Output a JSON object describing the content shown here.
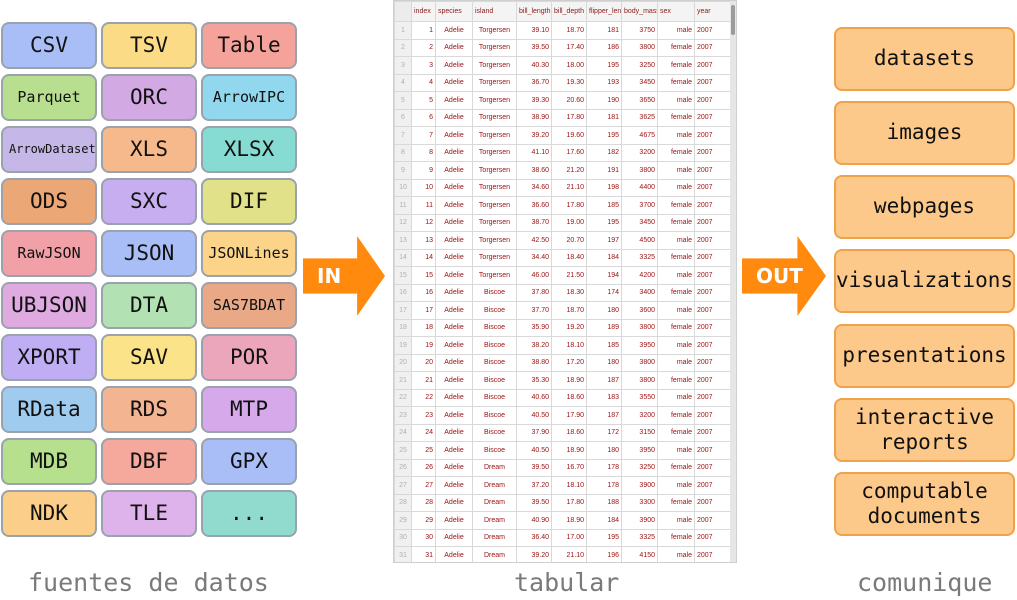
{
  "formats": [
    {
      "label": "CSV",
      "color": "#a9bdf6"
    },
    {
      "label": "TSV",
      "color": "#fbdb86"
    },
    {
      "label": "Table",
      "color": "#f5a29b"
    },
    {
      "label": "Parquet",
      "color": "#b8df8f"
    },
    {
      "label": "ORC",
      "color": "#d3a9e3"
    },
    {
      "label": "ArrowIPC",
      "color": "#91d8ee"
    },
    {
      "label": "ArrowDataset",
      "color": "#c5b7e8"
    },
    {
      "label": "XLS",
      "color": "#f6b98b"
    },
    {
      "label": "XLSX",
      "color": "#86dcd3"
    },
    {
      "label": "ODS",
      "color": "#eca777"
    },
    {
      "label": "SXC",
      "color": "#c7aef0"
    },
    {
      "label": "DIF",
      "color": "#e1e18a"
    },
    {
      "label": "RawJSON",
      "color": "#f2a0a8"
    },
    {
      "label": "JSON",
      "color": "#a9bdf6"
    },
    {
      "label": "JSONLines",
      "color": "#fbd48a"
    },
    {
      "label": "UBJSON",
      "color": "#deaadf"
    },
    {
      "label": "DTA",
      "color": "#b2e2b3"
    },
    {
      "label": "SAS7BDAT",
      "color": "#e9a886"
    },
    {
      "label": "XPORT",
      "color": "#bfaef4"
    },
    {
      "label": "SAV",
      "color": "#fbe389"
    },
    {
      "label": "POR",
      "color": "#eca6bb"
    },
    {
      "label": "RData",
      "color": "#9fcbef"
    },
    {
      "label": "RDS",
      "color": "#f2b491"
    },
    {
      "label": "MTP",
      "color": "#d6a9ea"
    },
    {
      "label": "MDB",
      "color": "#b6df8e"
    },
    {
      "label": "DBF",
      "color": "#f5a89c"
    },
    {
      "label": "GPX",
      "color": "#a9bdf6"
    },
    {
      "label": "NDK",
      "color": "#fbcf8a"
    },
    {
      "label": "TLE",
      "color": "#deb2ea"
    },
    {
      "label": "...",
      "color": "#90dbcd"
    }
  ],
  "arrows": {
    "in": "IN",
    "out": "OUT"
  },
  "table": {
    "headers": [
      "",
      "index",
      "species",
      "island",
      "bill_length",
      "bill_depth",
      "flipper_length",
      "body_mass",
      "sex",
      "year"
    ],
    "rows": [
      [
        "1",
        "1",
        "Adelie",
        "Torgersen",
        "39.10",
        "18.70",
        "181",
        "3750",
        "male",
        "2007"
      ],
      [
        "2",
        "2",
        "Adelie",
        "Torgersen",
        "39.50",
        "17.40",
        "186",
        "3800",
        "female",
        "2007"
      ],
      [
        "3",
        "3",
        "Adelie",
        "Torgersen",
        "40.30",
        "18.00",
        "195",
        "3250",
        "female",
        "2007"
      ],
      [
        "4",
        "4",
        "Adelie",
        "Torgersen",
        "36.70",
        "19.30",
        "193",
        "3450",
        "female",
        "2007"
      ],
      [
        "5",
        "5",
        "Adelie",
        "Torgersen",
        "39.30",
        "20.60",
        "190",
        "3650",
        "male",
        "2007"
      ],
      [
        "6",
        "6",
        "Adelie",
        "Torgersen",
        "38.90",
        "17.80",
        "181",
        "3625",
        "female",
        "2007"
      ],
      [
        "7",
        "7",
        "Adelie",
        "Torgersen",
        "39.20",
        "19.60",
        "195",
        "4675",
        "male",
        "2007"
      ],
      [
        "8",
        "8",
        "Adelie",
        "Torgersen",
        "41.10",
        "17.60",
        "182",
        "3200",
        "female",
        "2007"
      ],
      [
        "9",
        "9",
        "Adelie",
        "Torgersen",
        "38.60",
        "21.20",
        "191",
        "3800",
        "male",
        "2007"
      ],
      [
        "10",
        "10",
        "Adelie",
        "Torgersen",
        "34.60",
        "21.10",
        "198",
        "4400",
        "male",
        "2007"
      ],
      [
        "11",
        "11",
        "Adelie",
        "Torgersen",
        "36.60",
        "17.80",
        "185",
        "3700",
        "female",
        "2007"
      ],
      [
        "12",
        "12",
        "Adelie",
        "Torgersen",
        "38.70",
        "19.00",
        "195",
        "3450",
        "female",
        "2007"
      ],
      [
        "13",
        "13",
        "Adelie",
        "Torgersen",
        "42.50",
        "20.70",
        "197",
        "4500",
        "male",
        "2007"
      ],
      [
        "14",
        "14",
        "Adelie",
        "Torgersen",
        "34.40",
        "18.40",
        "184",
        "3325",
        "female",
        "2007"
      ],
      [
        "15",
        "15",
        "Adelie",
        "Torgersen",
        "46.00",
        "21.50",
        "194",
        "4200",
        "male",
        "2007"
      ],
      [
        "16",
        "16",
        "Adelie",
        "Biscoe",
        "37.80",
        "18.30",
        "174",
        "3400",
        "female",
        "2007"
      ],
      [
        "17",
        "17",
        "Adelie",
        "Biscoe",
        "37.70",
        "18.70",
        "180",
        "3600",
        "male",
        "2007"
      ],
      [
        "18",
        "18",
        "Adelie",
        "Biscoe",
        "35.90",
        "19.20",
        "189",
        "3800",
        "female",
        "2007"
      ],
      [
        "19",
        "19",
        "Adelie",
        "Biscoe",
        "38.20",
        "18.10",
        "185",
        "3950",
        "male",
        "2007"
      ],
      [
        "20",
        "20",
        "Adelie",
        "Biscoe",
        "38.80",
        "17.20",
        "180",
        "3800",
        "male",
        "2007"
      ],
      [
        "21",
        "21",
        "Adelie",
        "Biscoe",
        "35.30",
        "18.90",
        "187",
        "3800",
        "female",
        "2007"
      ],
      [
        "22",
        "22",
        "Adelie",
        "Biscoe",
        "40.60",
        "18.60",
        "183",
        "3550",
        "male",
        "2007"
      ],
      [
        "23",
        "23",
        "Adelie",
        "Biscoe",
        "40.50",
        "17.90",
        "187",
        "3200",
        "female",
        "2007"
      ],
      [
        "24",
        "24",
        "Adelie",
        "Biscoe",
        "37.90",
        "18.60",
        "172",
        "3150",
        "female",
        "2007"
      ],
      [
        "25",
        "25",
        "Adelie",
        "Biscoe",
        "40.50",
        "18.90",
        "180",
        "3950",
        "male",
        "2007"
      ],
      [
        "26",
        "26",
        "Adelie",
        "Dream",
        "39.50",
        "16.70",
        "178",
        "3250",
        "female",
        "2007"
      ],
      [
        "27",
        "27",
        "Adelie",
        "Dream",
        "37.20",
        "18.10",
        "178",
        "3900",
        "male",
        "2007"
      ],
      [
        "28",
        "28",
        "Adelie",
        "Dream",
        "39.50",
        "17.80",
        "188",
        "3300",
        "female",
        "2007"
      ],
      [
        "29",
        "29",
        "Adelie",
        "Dream",
        "40.90",
        "18.90",
        "184",
        "3900",
        "male",
        "2007"
      ],
      [
        "30",
        "30",
        "Adelie",
        "Dream",
        "36.40",
        "17.00",
        "195",
        "3325",
        "female",
        "2007"
      ],
      [
        "31",
        "31",
        "Adelie",
        "Dream",
        "39.20",
        "21.10",
        "196",
        "4150",
        "male",
        "2007"
      ]
    ]
  },
  "outputs": [
    "datasets",
    "images",
    "webpages",
    "visualizations",
    "presentations",
    "interactive reports",
    "computable documents"
  ],
  "captions": {
    "left": "fuentes de datos",
    "middle": "tabular",
    "right": "comunique"
  }
}
